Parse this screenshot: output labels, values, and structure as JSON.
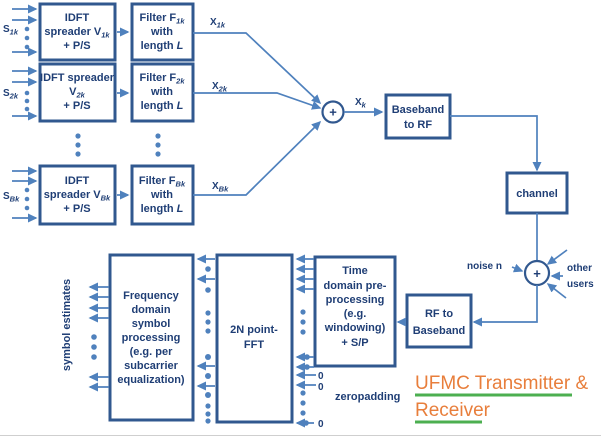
{
  "title": {
    "line1": "UFMC Transmitter &",
    "line2": "Receiver"
  },
  "colors": {
    "box_border": "#31588F",
    "line_blue": "#4F81BD",
    "text_navy": "#1F3E75",
    "title_orange": "#E87E3B",
    "underline_green": "#4CAF50"
  },
  "tx": {
    "rows": [
      {
        "input_base": "S",
        "input_sub": "1k",
        "idft_l1": "IDFT",
        "idft_l2": "spreader V",
        "idft_l2_sub": "1k",
        "idft_l3": "+ P/S",
        "filter_l1": "Filter F",
        "filter_l1_sub": "1k",
        "filter_l2": "with",
        "filter_l3": "length ",
        "filter_l3_it": "L",
        "out_base": "X",
        "out_sub": "1k"
      },
      {
        "input_base": "S",
        "input_sub": "2k",
        "idft_l1": "IDFT spreader",
        "idft_l2": "V",
        "idft_l2_sub": "2k",
        "idft_l3": "+ P/S",
        "filter_l1": "Filter  F",
        "filter_l1_sub": "2k",
        "filter_l2": "with",
        "filter_l3": "length ",
        "filter_l3_it": "L",
        "out_base": "X",
        "out_sub": "2k"
      },
      {
        "input_base": "S",
        "input_sub": "Bk",
        "idft_l1": "IDFT",
        "idft_l2": "spreader V",
        "idft_l2_sub": "Bk",
        "idft_l3": "+ P/S",
        "filter_l1": "Filter F",
        "filter_l1_sub": "Bk",
        "filter_l2": "with",
        "filter_l3": "length ",
        "filter_l3_it": "L",
        "out_base": "X",
        "out_sub": "Bk"
      }
    ],
    "adder": "+",
    "sum_base": "X",
    "sum_sub": "k",
    "baseband_l1": "Baseband",
    "baseband_l2": "to RF",
    "channel": "channel"
  },
  "rx": {
    "adder": "+",
    "noise": "noise n",
    "other_l1": "other",
    "other_l2": "users",
    "rf_l1": "RF to",
    "rf_l2": "Baseband",
    "time_l1": "Time",
    "time_l2": "domain pre-",
    "time_l3": "processing",
    "time_l4": "(e.g.",
    "time_l5": "windowing)",
    "time_l6": "+ S/P",
    "fft_l1": "2N point-",
    "fft_l2": "FFT",
    "freq_l1": "Frequency",
    "freq_l2": "domain",
    "freq_l3": "symbol",
    "freq_l4": "processing",
    "freq_l5": "(e.g. per",
    "freq_l6": "subcarrier",
    "freq_l7": "equalization)",
    "symbol_estimates": "symbol estimates",
    "zeropadding": "zeropadding",
    "zero": "0"
  }
}
